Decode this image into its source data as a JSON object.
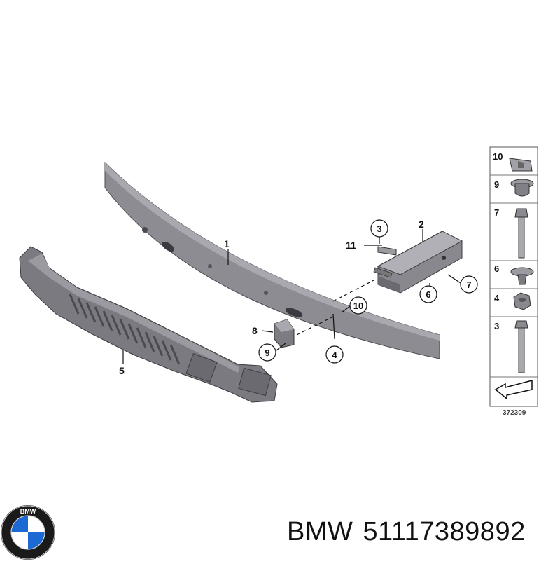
{
  "diagram": {
    "part_labels": {
      "p1": "1",
      "p2": "2",
      "p3": "3",
      "p4": "4",
      "p5": "5",
      "p6": "6",
      "p7": "7",
      "p8": "8",
      "p9": "9",
      "p10": "10",
      "p11": "11"
    },
    "legend_items": [
      "10",
      "9",
      "7",
      "6",
      "4",
      "3"
    ],
    "legend_code": "372309"
  },
  "logo": {
    "brand_letters": "BMW",
    "colors": {
      "blue": "#1c69d4",
      "ring": "#1a1a1a",
      "white": "#ffffff"
    }
  },
  "caption": {
    "brand": "BMW",
    "part_number": "51117389892"
  },
  "colors": {
    "beam": "#8c8c92",
    "beam_dark": "#5c5c62",
    "absorber": "#7a7a80",
    "bracket": "#88888e",
    "line": "#111111"
  }
}
